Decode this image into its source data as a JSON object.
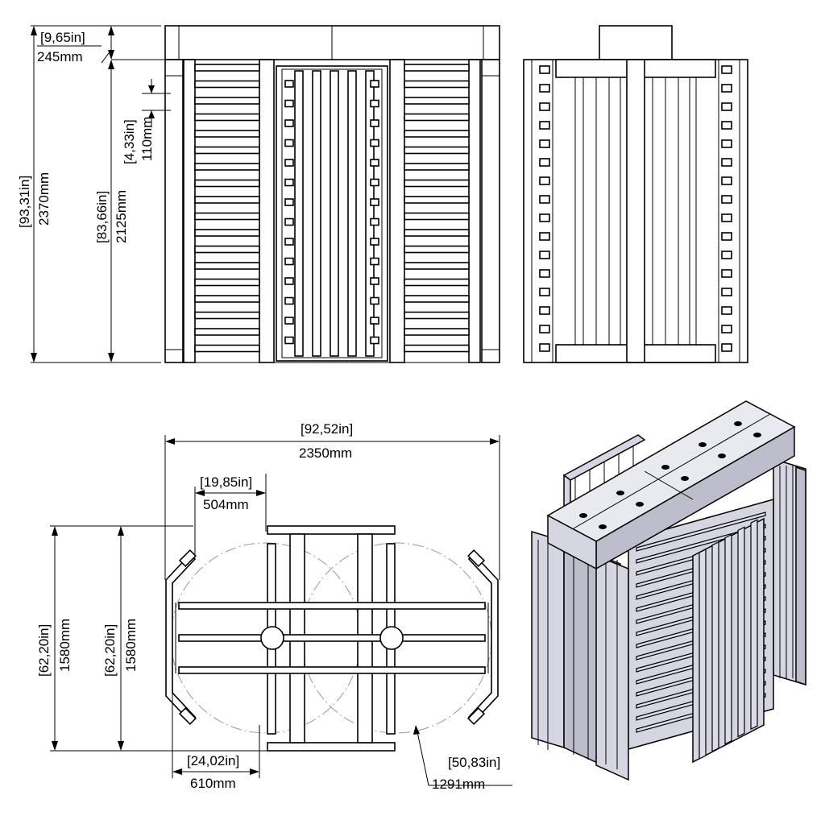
{
  "front_view": {
    "dim_total_height": {
      "in": "[93,31in]",
      "mm": "2370mm"
    },
    "dim_cabinet_height": {
      "in": "[9,65in]",
      "mm": "245mm"
    },
    "dim_gate_height": {
      "in": "[83,66in]",
      "mm": "2125mm"
    },
    "dim_bar_spacing": {
      "in": "[4,33in]",
      "mm": "110mm"
    }
  },
  "plan_view": {
    "dim_overall_width": {
      "in": "[92,52in]",
      "mm": "2350mm"
    },
    "dim_wing_width": {
      "in": "[19,85in]",
      "mm": "504mm"
    },
    "dim_depth_outer": {
      "in": "[62,20in]",
      "mm": "1580mm"
    },
    "dim_depth_inner": {
      "in": "[62,20in]",
      "mm": "1580mm"
    },
    "dim_side_offset": {
      "in": "[24,02in]",
      "mm": "610mm"
    },
    "dim_rotor_diameter": {
      "in": "[50,83in]",
      "mm": "1291mm"
    }
  }
}
